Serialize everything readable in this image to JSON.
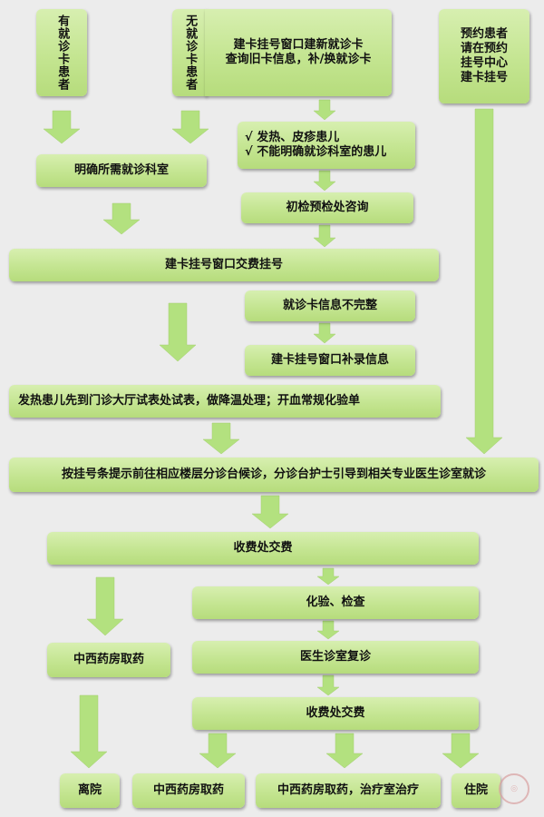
{
  "nodes": {
    "has_card": "有就诊卡患者",
    "no_card": "无就诊卡患者",
    "build_card_lines": [
      "建卡挂号窗口建新就诊卡",
      "查询旧卡信息，补/换就诊卡"
    ],
    "appointment_lines": [
      "预约患者",
      "请在预约",
      "挂号中心",
      "建卡挂号"
    ],
    "fever_lines": [
      "√ 发热、皮疹患儿",
      "√ 不能明确就诊科室的患儿"
    ],
    "clarify_dept": "明确所需就诊科室",
    "triage_consult": "初检预检处咨询",
    "pay_register": "建卡挂号窗口交费挂号",
    "card_incomplete": "就诊卡信息不完整",
    "supplement_info": "建卡挂号窗口补录信息",
    "fever_first": "发热患儿先到门诊大厅试表处试表，做降温处理；开血常规化验单",
    "follow_slip": "按挂号条提示前往相应楼层分诊台候诊，分诊台护士引导到相关专业医生诊室就诊",
    "cashier_pay": "收费处交费",
    "lab_exam": "化验、检查",
    "revisit": "医生诊室复诊",
    "cashier_pay_2": "收费处交费",
    "pharmacy_left": "中西药房取药",
    "leave": "离院",
    "pharmacy_bottom": "中西药房取药",
    "pharmacy_treatment": "中西药房取药，治疗室治疗",
    "admit": "住院"
  },
  "colors": {
    "box_light": "#d7efb0",
    "box_dark": "#b6dc7c",
    "arrow": "#b3e17f",
    "background": "#ececec"
  }
}
